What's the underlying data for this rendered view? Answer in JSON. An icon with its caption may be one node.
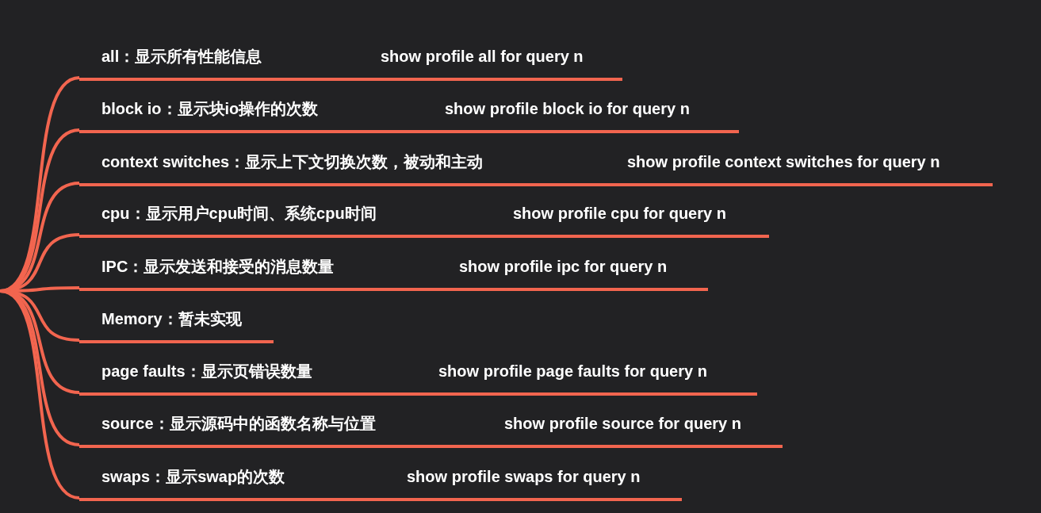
{
  "diagram": {
    "nodes": [
      {
        "text": [
          "all：显示所有性能信息",
          "show profile all for query n"
        ]
      },
      {
        "text": [
          "block io：显示块io操作的次数",
          "show  profile block io for query n"
        ]
      },
      {
        "text": [
          "context switches：显示上下文切换次数，被动和主动",
          "show profile context switches for query n"
        ]
      },
      {
        "text": [
          "cpu：显示用户cpu时间、系统cpu时间",
          "show profile cpu for query n"
        ]
      },
      {
        "text": [
          "IPC：显示发送和接受的消息数量",
          "show profile ipc for query n"
        ]
      },
      {
        "text": [
          "Memory：暂未实现"
        ]
      },
      {
        "text": [
          "page faults：显示页错误数量",
          "show profile page faults for query n"
        ]
      },
      {
        "text": [
          "source：显示源码中的函数名称与位置",
          "show profile source for query n"
        ]
      },
      {
        "text": [
          "swaps：显示swap的次数",
          "show profile swaps for query n"
        ]
      }
    ],
    "edges": [
      {
        "from": null,
        "to": 0,
        "arrow": "none"
      },
      {
        "from": null,
        "to": 1,
        "arrow": "none"
      },
      {
        "from": null,
        "to": 2,
        "arrow": "none"
      },
      {
        "from": null,
        "to": 3,
        "arrow": "none"
      },
      {
        "from": null,
        "to": 4,
        "arrow": "none"
      },
      {
        "from": null,
        "to": 5,
        "arrow": "none"
      },
      {
        "from": null,
        "to": 6,
        "arrow": "none"
      },
      {
        "from": null,
        "to": 7,
        "arrow": "none"
      },
      {
        "from": null,
        "to": 8,
        "arrow": "none"
      }
    ]
  }
}
